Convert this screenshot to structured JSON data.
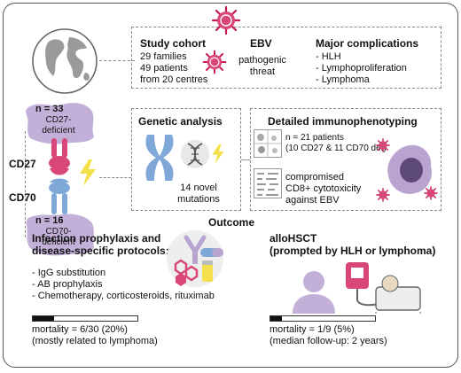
{
  "study_cohort": {
    "title": "Study cohort",
    "lines": [
      "29 families",
      "49 patients",
      "from 20 centres"
    ]
  },
  "ebv": {
    "title": "EBV",
    "subtitle_lines": [
      "pathogenic",
      "threat"
    ]
  },
  "complications": {
    "title": "Major complications",
    "items": [
      "- HLH",
      "- Lymphoproliferation",
      "- Lymphoma"
    ]
  },
  "cd27_group": {
    "count": "n = 33",
    "lines": [
      "CD27-",
      "deficient"
    ]
  },
  "cd70_group": {
    "count": "n = 16",
    "lines": [
      "CD70-",
      "deficient"
    ]
  },
  "receptor_labels": {
    "cd27": "CD27",
    "cd70": "CD70"
  },
  "genetic": {
    "title": "Genetic analysis",
    "caption_lines": [
      "14 novel",
      "mutations"
    ]
  },
  "immuno": {
    "title": "Detailed immunophenotyping",
    "patients_lines": [
      "n = 21 patients",
      "(10 CD27 & 11 CD70 def)"
    ],
    "finding_lines": [
      "compromised",
      "CD8+ cytotoxicity",
      "against EBV"
    ]
  },
  "outcome": {
    "title": "Outcome",
    "prophylaxis": {
      "title_lines": [
        "Infection prophylaxis and",
        "disease-specific protocols:"
      ],
      "items": [
        "- IgG substitution",
        "- AB prophylaxis",
        "- Chemotherapy, corticosteroids, rituximab"
      ],
      "mortality_fraction": 0.2,
      "mortality_lines": [
        "mortality = 6/30 (20%)",
        "(mostly related to lymphoma)"
      ]
    },
    "hsct": {
      "title_lines": [
        "alloHSCT",
        "(prompted by HLH or lymphoma)"
      ],
      "mortality_fraction": 0.111,
      "mortality_lines": [
        "mortality = 1/9 (5%)",
        "(median follow-up: 2 years)"
      ]
    }
  },
  "colors": {
    "virus": "#c2185b",
    "purple": "#b9a3cf",
    "blue": "#7fa8d8",
    "pink": "#d9477a",
    "yellow": "#f3e04a",
    "grey": "#9a9a9a"
  }
}
